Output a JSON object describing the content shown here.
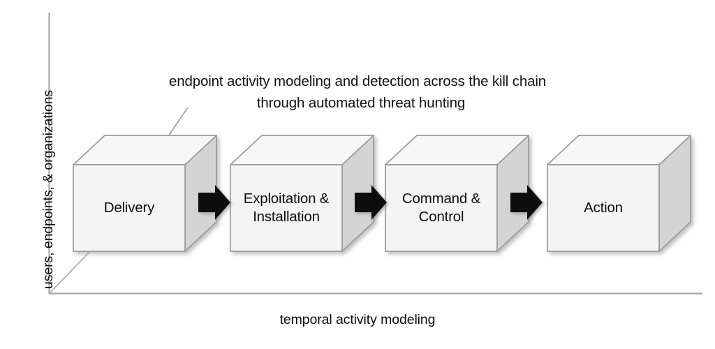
{
  "diagram": {
    "title_annotation": {
      "line1": "endpoint activity modeling and detection across the kill chain",
      "line2": "through automated threat hunting"
    },
    "axes": {
      "y_label": "users, endpoints, & organizations",
      "x_label": "temporal activity modeling"
    },
    "stages": [
      {
        "label": "Delivery"
      },
      {
        "label": "Exploitation &\nInstallation"
      },
      {
        "label": "Command &\nControl"
      },
      {
        "label": "Action"
      }
    ],
    "connectors": [
      {
        "name": "arrow-1"
      },
      {
        "name": "arrow-2"
      },
      {
        "name": "arrow-3"
      }
    ],
    "colors": {
      "box_front": "#f4f4f4",
      "box_top": "#f7f7f7",
      "box_side": "#d4d4d4",
      "box_stroke": "#9a9a9a",
      "axis": "#a8a8a8",
      "arrow": "#111111",
      "text": "#0d0d0d",
      "background": "#ffffff"
    }
  }
}
